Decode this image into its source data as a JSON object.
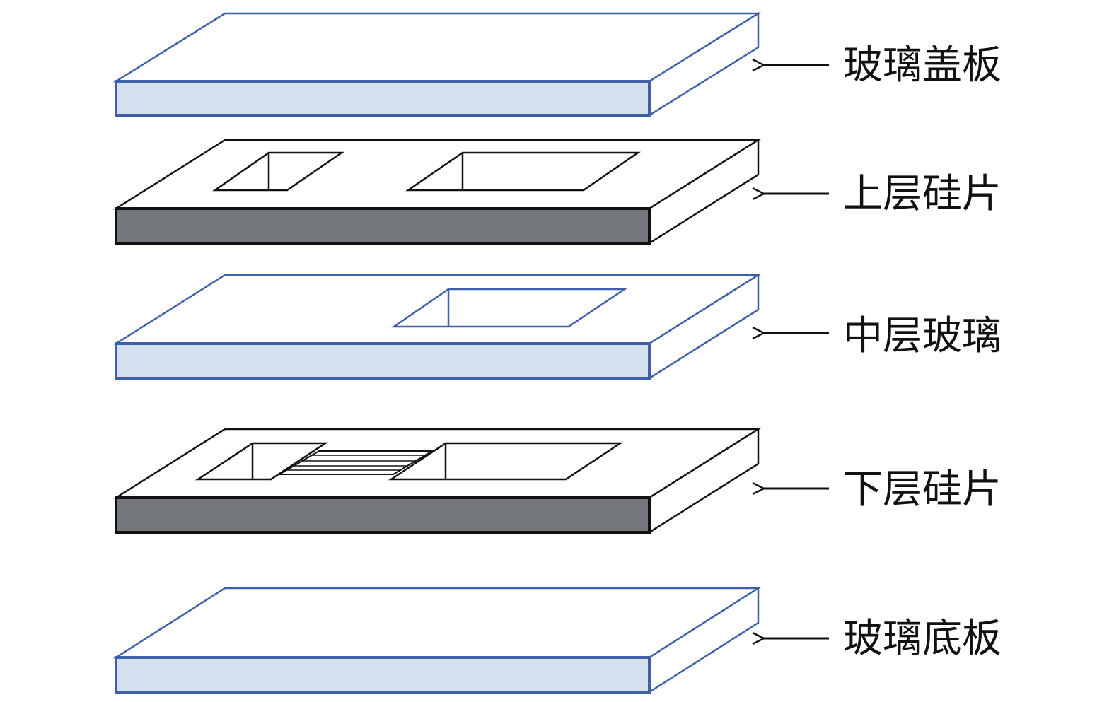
{
  "diagram": {
    "layers": [
      {
        "id": "glass-cover",
        "label": "玻璃盖板",
        "material": "glass",
        "openings": "none"
      },
      {
        "id": "upper-silicon",
        "label": "上层硅片",
        "material": "silicon",
        "openings": "two-cavities"
      },
      {
        "id": "middle-glass",
        "label": "中层玻璃",
        "material": "glass",
        "openings": "one-cavity"
      },
      {
        "id": "lower-silicon",
        "label": "下层硅片",
        "material": "silicon",
        "openings": "two-cavities-with-channels"
      },
      {
        "id": "glass-base",
        "label": "玻璃底板",
        "material": "glass",
        "openings": "none"
      }
    ],
    "colors": {
      "glass_edge": "#3f5fa8",
      "glass_front": "#d5e0ee",
      "silicon_edge": "#111111",
      "silicon_front": "#73767b",
      "top_face": "#ffffff"
    },
    "icons": {
      "pointer": "left-arrow-icon"
    }
  }
}
